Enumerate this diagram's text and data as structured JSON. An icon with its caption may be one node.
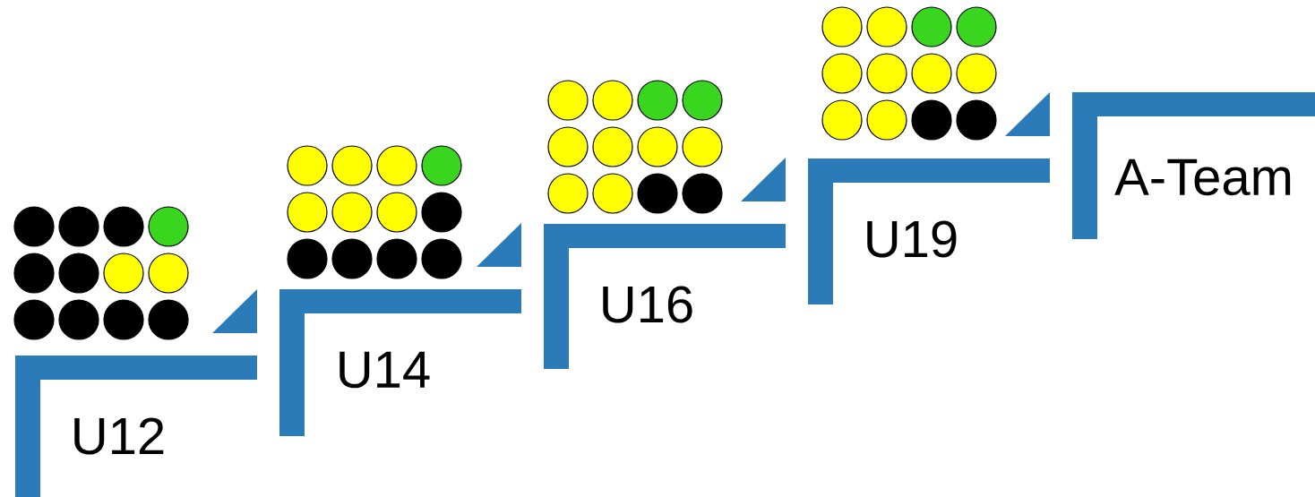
{
  "diagram": {
    "nodes": [
      {
        "text": [
          "U12"
        ]
      },
      {
        "text": [
          "U14"
        ]
      },
      {
        "text": [
          "U16"
        ]
      },
      {
        "text": [
          "U19"
        ]
      },
      {
        "text": [
          "A-Team"
        ]
      }
    ]
  }
}
